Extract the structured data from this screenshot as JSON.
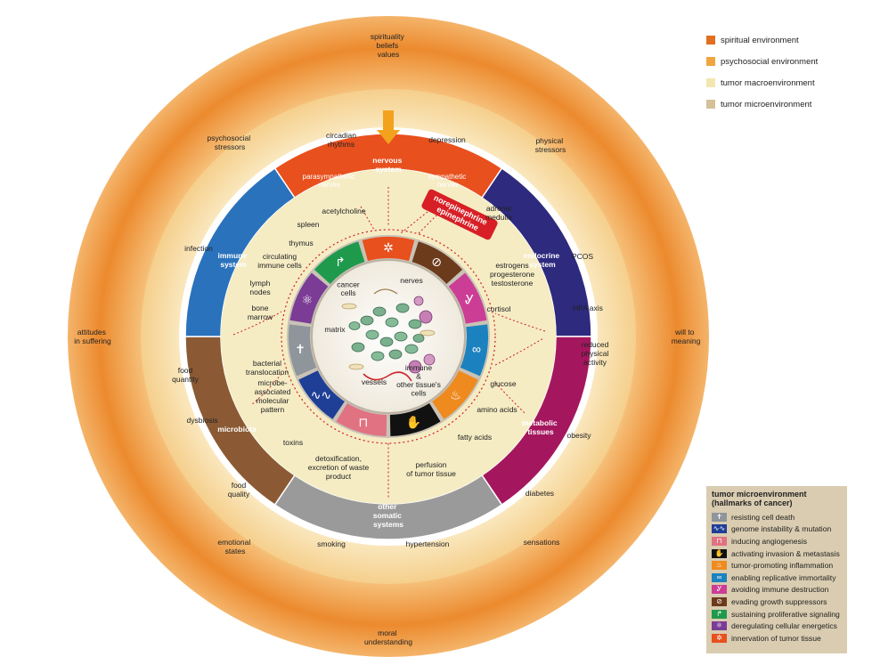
{
  "legend": [
    {
      "label": "spiritual environment",
      "color": "#e07020"
    },
    {
      "label": "psychosocial environment",
      "color": "#f0a540"
    },
    {
      "label": "tumor macroenvironment",
      "color": "#f3e7b0"
    },
    {
      "label": "tumor microenvironment",
      "color": "#d6c09a"
    }
  ],
  "spiritual": {
    "top": [
      "spirituality",
      "beliefs",
      "values"
    ],
    "left": [
      "attitudes",
      "in suffering"
    ],
    "right": [
      "will to",
      "meaning"
    ],
    "bottom": [
      "moral",
      "understanding"
    ]
  },
  "psychosocial": {
    "top_left": [
      "psychosocial",
      "stressors"
    ],
    "top_right": [
      "physical",
      "stressors"
    ],
    "bottom_left": [
      "emotional",
      "states"
    ],
    "bottom_right": [
      "sensations"
    ]
  },
  "systems": {
    "nervous": {
      "name": [
        "nervous",
        "system"
      ],
      "color": "#e8501e",
      "sub_left": [
        "parasympathetic",
        "nerves"
      ],
      "sub_right": [
        "sympathetic",
        "nerves"
      ]
    },
    "endocrine": {
      "name": [
        "endocrine",
        "system"
      ],
      "color": "#2e2a7e"
    },
    "metabolic": {
      "name": [
        "metabolic",
        "tissues"
      ],
      "color": "#a4175e"
    },
    "other": {
      "name": [
        "other",
        "somatic",
        "systems"
      ],
      "color": "#9a9a9a"
    },
    "microbiota": {
      "name": [
        "microbiota"
      ],
      "color": "#8b5a34"
    },
    "immune": {
      "name": [
        "immune",
        "system"
      ],
      "color": "#2a72bc"
    }
  },
  "neuro_badge": [
    "norepinephrine",
    "epinephrine"
  ],
  "macro_labels": [
    {
      "lines": [
        "circadian",
        "rhythms"
      ]
    },
    {
      "lines": [
        "depression"
      ]
    },
    {
      "lines": [
        "acetylcholine"
      ]
    },
    {
      "lines": [
        "adrenal",
        "medulla"
      ]
    },
    {
      "lines": [
        "spleen"
      ]
    },
    {
      "lines": [
        "thymus"
      ]
    },
    {
      "lines": [
        "infection"
      ]
    },
    {
      "lines": [
        "circulating",
        "immune cells"
      ]
    },
    {
      "lines": [
        "lymph",
        "nodes"
      ]
    },
    {
      "lines": [
        "bone",
        "marrow"
      ]
    },
    {
      "lines": [
        "PCOS"
      ]
    },
    {
      "lines": [
        "estrogens",
        "progesterone",
        "testosterone"
      ]
    },
    {
      "lines": [
        "cortisol"
      ]
    },
    {
      "lines": [
        "HPA axis"
      ]
    },
    {
      "lines": [
        "food",
        "quantity"
      ]
    },
    {
      "lines": [
        "bacterial",
        "translocation"
      ]
    },
    {
      "lines": [
        "microbe-",
        "associated",
        "molecular",
        "pattern"
      ]
    },
    {
      "lines": [
        "dysbiosis"
      ]
    },
    {
      "lines": [
        "toxins"
      ]
    },
    {
      "lines": [
        "food",
        "quality"
      ]
    },
    {
      "lines": [
        "reduced",
        "physical",
        "activity"
      ]
    },
    {
      "lines": [
        "glucose"
      ]
    },
    {
      "lines": [
        "amino acids"
      ]
    },
    {
      "lines": [
        "fatty acids"
      ]
    },
    {
      "lines": [
        "obesity"
      ]
    },
    {
      "lines": [
        "diabetes"
      ]
    },
    {
      "lines": [
        "detoxification,",
        "excretion of waste",
        "product"
      ]
    },
    {
      "lines": [
        "perfusion",
        "of tumor tissue"
      ]
    },
    {
      "lines": [
        "smoking"
      ]
    },
    {
      "lines": [
        "hypertension"
      ]
    }
  ],
  "center_labels": [
    {
      "lines": [
        "cancer",
        "cells"
      ]
    },
    {
      "lines": [
        "nerves"
      ]
    },
    {
      "lines": [
        "matrix"
      ]
    },
    {
      "lines": [
        "vessels"
      ]
    },
    {
      "lines": [
        "immune",
        "&",
        "other tissue's",
        "cells"
      ]
    }
  ],
  "hallmarks_title": [
    "tumor microenvironment",
    "(hallmarks of cancer)"
  ],
  "hallmarks": [
    {
      "label": "resisting cell death",
      "color": "#8e959b",
      "icon": "cross-icon",
      "glyph": "✝"
    },
    {
      "label": "genome instability & mutation",
      "color": "#1f3f96",
      "icon": "dna-icon",
      "glyph": "∿∿"
    },
    {
      "label": "inducing angiogenesis",
      "color": "#e07282",
      "icon": "vessel-icon",
      "glyph": "⊓"
    },
    {
      "label": "activating invasion & metastasis",
      "color": "#111111",
      "icon": "hand-icon",
      "glyph": "✋"
    },
    {
      "label": "tumor-promoting inflammation",
      "color": "#ee8a1e",
      "icon": "flame-icon",
      "glyph": "♨"
    },
    {
      "label": "enabling replicative immortality",
      "color": "#1c82bf",
      "icon": "infinity-icon",
      "glyph": "∞"
    },
    {
      "label": "avoiding immune destruction",
      "color": "#cc3d95",
      "icon": "antibody-icon",
      "glyph": "Ꮍ"
    },
    {
      "label": "evading growth suppressors",
      "color": "#6b3b1c",
      "icon": "prohibited-icon",
      "glyph": "⊘"
    },
    {
      "label": "sustaining proliferative signaling",
      "color": "#1f9a4c",
      "icon": "arrow-icon",
      "glyph": "↱"
    },
    {
      "label": "deregulating cellular energetics",
      "color": "#7b3c96",
      "icon": "atom-icon",
      "glyph": "⚛"
    },
    {
      "label": "innervation of tumor tissue",
      "color": "#e8501e",
      "icon": "neuron-icon",
      "glyph": "✲"
    }
  ]
}
